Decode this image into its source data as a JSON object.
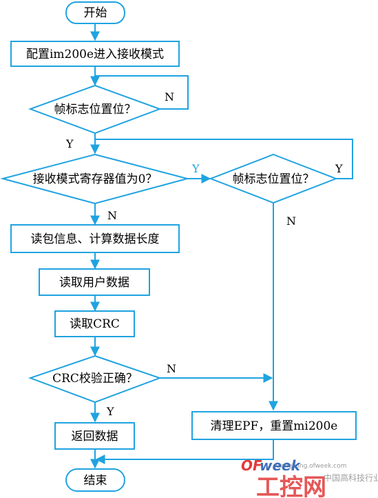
{
  "nodes": {
    "start": "开始",
    "config": "配置im200e进入接收模式",
    "frame_flag_1": "帧标志位置位？",
    "rx_reg_zero": "接收模式寄存器值为0？",
    "frame_flag_2": "帧标志位置位？",
    "read_pkt": "读包信息、计算数据长度",
    "read_user": "读取用户数据",
    "read_crc": "读取CRC",
    "crc_ok": "CRC校验正确？",
    "return_data": "返回数据",
    "clear": "清理EPF，重置mi200e",
    "end": "结束"
  },
  "labels": {
    "flag1_n": "N",
    "flag1_y": "Y",
    "rx_y": "Y",
    "flag2_y": "Y",
    "flag2_n": "N",
    "rx_n": "N",
    "crc_n": "N",
    "crc_y": "Y"
  },
  "watermark": {
    "url": "Gongkong.ofweek.com",
    "brand_a": "OF",
    "brand_b": "week",
    "cn_big": "工控网",
    "cn_small": "中国高科技行业门户"
  },
  "colors": {
    "line": "#1fa3e0",
    "text": "#000000",
    "background": "#ffffff"
  }
}
